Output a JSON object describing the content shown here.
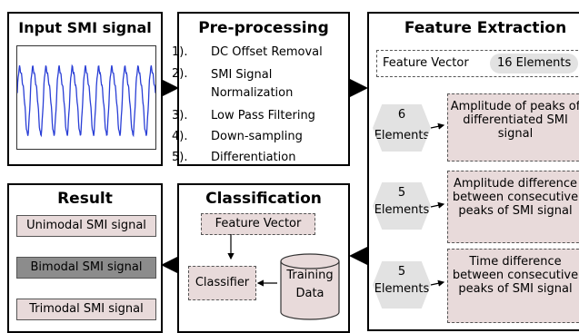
{
  "input": {
    "title": "Input SMI signal"
  },
  "preprocessing": {
    "title": "Pre-processing",
    "steps": [
      {
        "num": "1).",
        "label": "DC Offset Removal"
      },
      {
        "num": "2).",
        "label": "SMI Signal Normalization"
      },
      {
        "num": "3).",
        "label": "Low Pass Filtering"
      },
      {
        "num": "4).",
        "label": "Down-sampling"
      },
      {
        "num": "5).",
        "label": "Differentiation"
      }
    ]
  },
  "feature_extraction": {
    "title": "Feature Extraction",
    "vector_label": "Feature Vector",
    "vector_count": "16 Elements",
    "features": [
      {
        "elements_num": "6",
        "elements_word": "Elements",
        "description": "Amplitude of peaks of differentiated SMI signal"
      },
      {
        "elements_num": "5",
        "elements_word": "Elements",
        "description": "Amplitude difference between consecutive peaks of SMI signal"
      },
      {
        "elements_num": "5",
        "elements_word": "Elements",
        "description": "Time difference between consecutive peaks of SMI signal"
      }
    ]
  },
  "classification": {
    "title": "Classification",
    "feature_vector": "Feature Vector",
    "classifier": "Classifier",
    "training_data": "Training Data"
  },
  "result": {
    "title": "Result",
    "items": [
      "Unimodal SMI signal",
      "Bimodal SMI signal",
      "Trimodal SMI signal"
    ]
  },
  "colors": {
    "signal": "#2a3fd6",
    "box_fill": "#e8dada",
    "selected_fill": "#8c8c8c"
  }
}
